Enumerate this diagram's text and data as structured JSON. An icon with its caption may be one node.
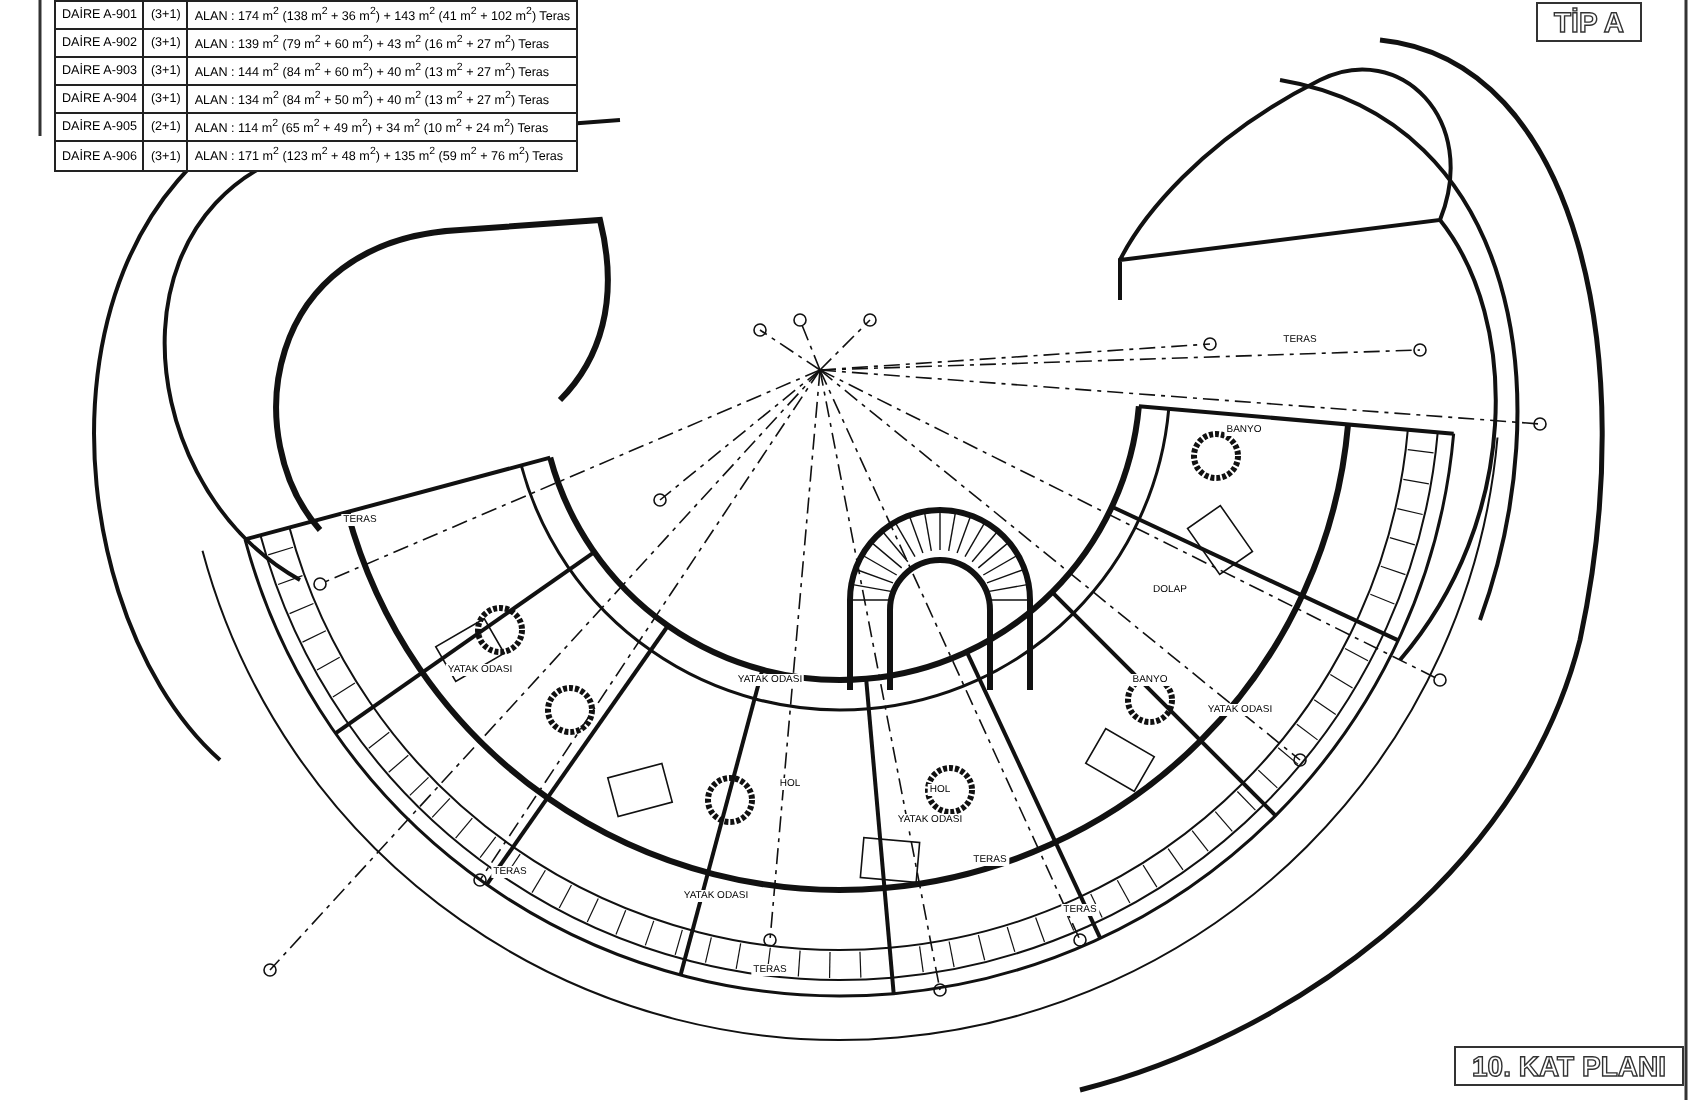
{
  "diagram": {
    "labels": [
      "DAİRE A-901",
      "(3+1)",
      "ALAN : 174 m$^{2}$ (138 m$^{2}$ + 36 m$^{2}$) + 143 m$^{2}$ (41 m$^{2}$ + 102 m$^{2}$) Teras",
      "DAİRE A-902",
      "(3+1)",
      "ALAN : 139 m$^{2}$ (79 m$^{2}$ + 60 m$^{2}$) + 43 m$^{2}$ (16 m$^{2}$ + 27 m$^{2}$) Teras",
      "DAİRE A-903",
      "(3+1)",
      "ALAN : 144 m$^{2}$ (84 m$^{2}$ + 60 m$^{2}$) + 40 m$^{2}$ (13 m$^{2}$ + 27 m$^{2}$) Teras",
      "DAİRE A-904",
      "(3+1)",
      "ALAN : 134 m$^{2}$ (84 m$^{2}$ + 50 m$^{2}$) + 40 m$^{2}$ (13 m$^{2}$ + 27 m$^{2}$) Teras",
      "DAİRE A-905",
      "(2+1)",
      "ALAN : 114 m$^{2}$ (65 m$^{2}$ + 49 m$^{2}$) + 34 m$^{2}$ (10 m$^{2}$ + 24 m$^{2}$) Teras",
      "DAİRE A-906",
      "(3+1)",
      "ALAN : 171 m$^{2}$ (123 m$^{2}$ + 48 m$^{2}$) + 135 m$^{2}$ (59 m$^{2}$ + 76 m$^{2}$) Teras",
      "TİP A",
      "TERAS",
      "TERAS",
      "BANYO",
      "YATAK ODASI",
      "DOLAP",
      "BANYO",
      "YATAK ODASI",
      "YATAK ODASI",
      "HOL",
      "HOL",
      "YATAK ODASI",
      "YATAK ODASI",
      "TERAS",
      "TERAS",
      "TERAS",
      "TERAS",
      "10. KAT PLANI"
    ]
  }
}
